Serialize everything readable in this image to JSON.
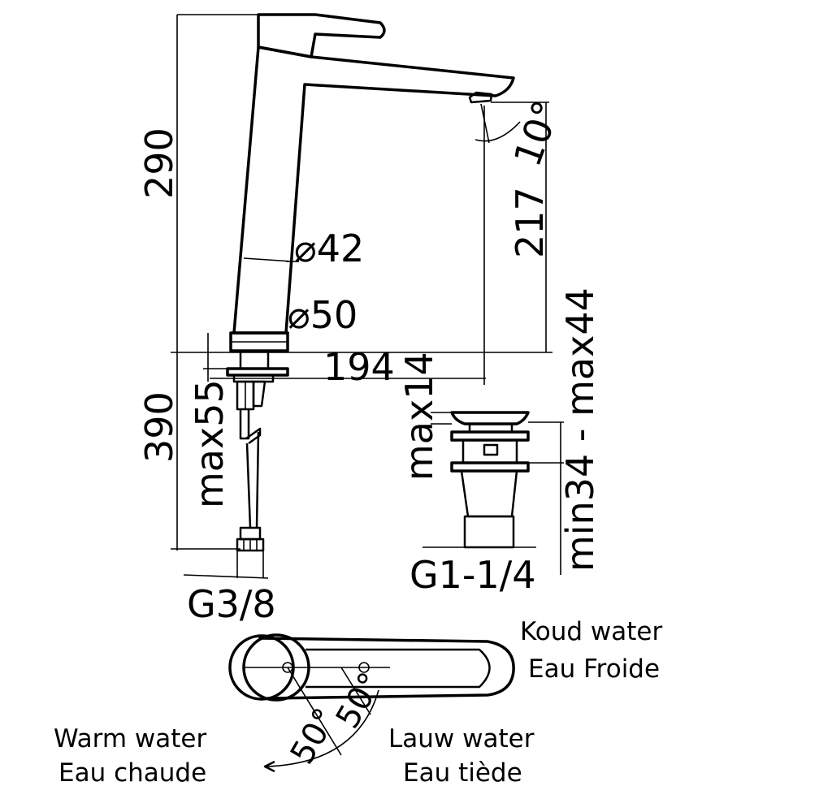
{
  "dimensions": {
    "height_above_deck": "290",
    "height_below_deck": "390",
    "spout_height": "217",
    "spout_tilt": "10°",
    "body_diameter_top": "⌀42",
    "body_diameter_base": "⌀50",
    "spout_reach": "194",
    "max_deck_thickness": "max55",
    "waste_max_thickness": "max14",
    "waste_range": "min34 - max44",
    "inlet_thread": "G3/8",
    "waste_thread": "G1-1/4",
    "angle_left": "50°",
    "angle_right": "50°"
  },
  "labels": {
    "cold_nl": "Koud water",
    "cold_fr": "Eau Froide",
    "warm_nl": "Warm water",
    "warm_fr": "Eau chaude",
    "tepid_nl": "Lauw water",
    "tepid_fr": "Eau tiède"
  }
}
